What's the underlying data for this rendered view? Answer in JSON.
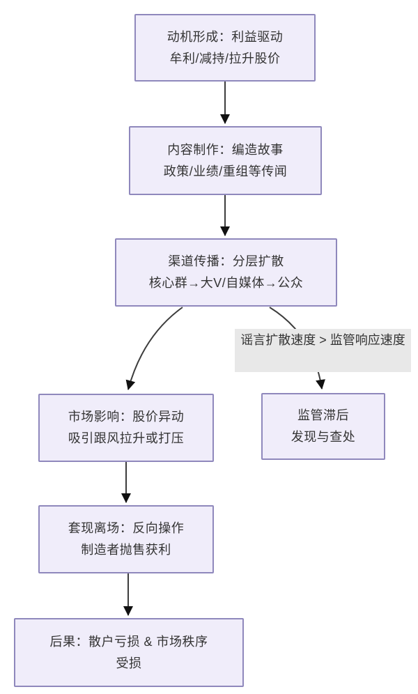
{
  "diagram": {
    "type": "flowchart",
    "topic": "股价谣言操纵流程",
    "colors": {
      "background": "#ffffff",
      "node_border": "#8f88bc",
      "node_fill": "#f0edfa",
      "text": "#333333",
      "arrow_line": "#3c3c3c",
      "arrow_head": "#111111",
      "edge_label_bg": "#e8e8e8"
    },
    "nodes": {
      "motive": {
        "line1": "动机形成：利益驱动",
        "line2": "牟利/减持/拉升股价"
      },
      "content": {
        "line1": "内容制作：编造故事",
        "line2": "政策/业绩/重组等传闻"
      },
      "channel": {
        "line1": "渠道传播：分层扩散",
        "line2": "核心群→大V/自媒体→公众"
      },
      "market": {
        "line1": "市场影响：股价异动",
        "line2": "吸引跟风拉升或打压"
      },
      "regulator": {
        "line1": "监管滞后",
        "line2": "发现与查处"
      },
      "cashout": {
        "line1": "套现离场：反向操作",
        "line2": "制造者抛售获利"
      },
      "consequence": {
        "line1": "后果：散户亏损 & 市场秩序",
        "line2": "受损"
      }
    },
    "edge_labels": {
      "speed": "谣言扩散速度 > 监管响应速度"
    },
    "edges": [
      {
        "from": "motive",
        "to": "content"
      },
      {
        "from": "content",
        "to": "channel"
      },
      {
        "from": "channel",
        "to": "market"
      },
      {
        "from": "channel",
        "to": "regulator",
        "label": "谣言扩散速度 > 监管响应速度"
      },
      {
        "from": "market",
        "to": "cashout"
      },
      {
        "from": "cashout",
        "to": "consequence"
      }
    ]
  }
}
